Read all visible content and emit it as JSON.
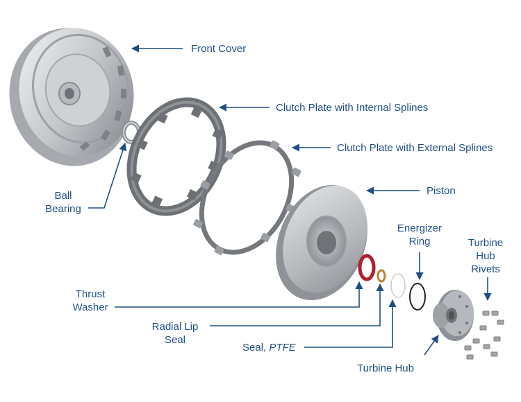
{
  "colors": {
    "label": "#1f4e86",
    "leader": "#1f4e86",
    "metal_light": "#d9dbde",
    "metal_dark": "#8d9197",
    "plate": "#6d7175",
    "thrust_washer": "#b01e2e",
    "radial_lip_seal": "#b8862f"
  },
  "labels": {
    "front_cover": "Front Cover",
    "clutch_internal": "Clutch Plate with Internal Splines",
    "clutch_external": "Clutch Plate with External Splines",
    "piston": "Piston",
    "ball_bearing_1": "Ball",
    "ball_bearing_2": "Bearing",
    "energizer_1": "Energizer",
    "energizer_2": "Ring",
    "rivets_1": "Turbine",
    "rivets_2": "Hub",
    "rivets_3": "Rivets",
    "thrust_1": "Thrust",
    "thrust_2": "Washer",
    "radial_1": "Radial Lip",
    "radial_2": "Seal",
    "seal_main": "Seal, ",
    "seal_italic": "PTFE",
    "turbine_hub": "Turbine Hub"
  },
  "icons": [
    "front-cover",
    "ball-bearing",
    "internal-spline-plate",
    "external-spline-plate",
    "piston",
    "thrust-washer",
    "radial-lip-seal",
    "ptfe-seal",
    "energizer-ring",
    "turbine-hub",
    "hub-rivet"
  ]
}
